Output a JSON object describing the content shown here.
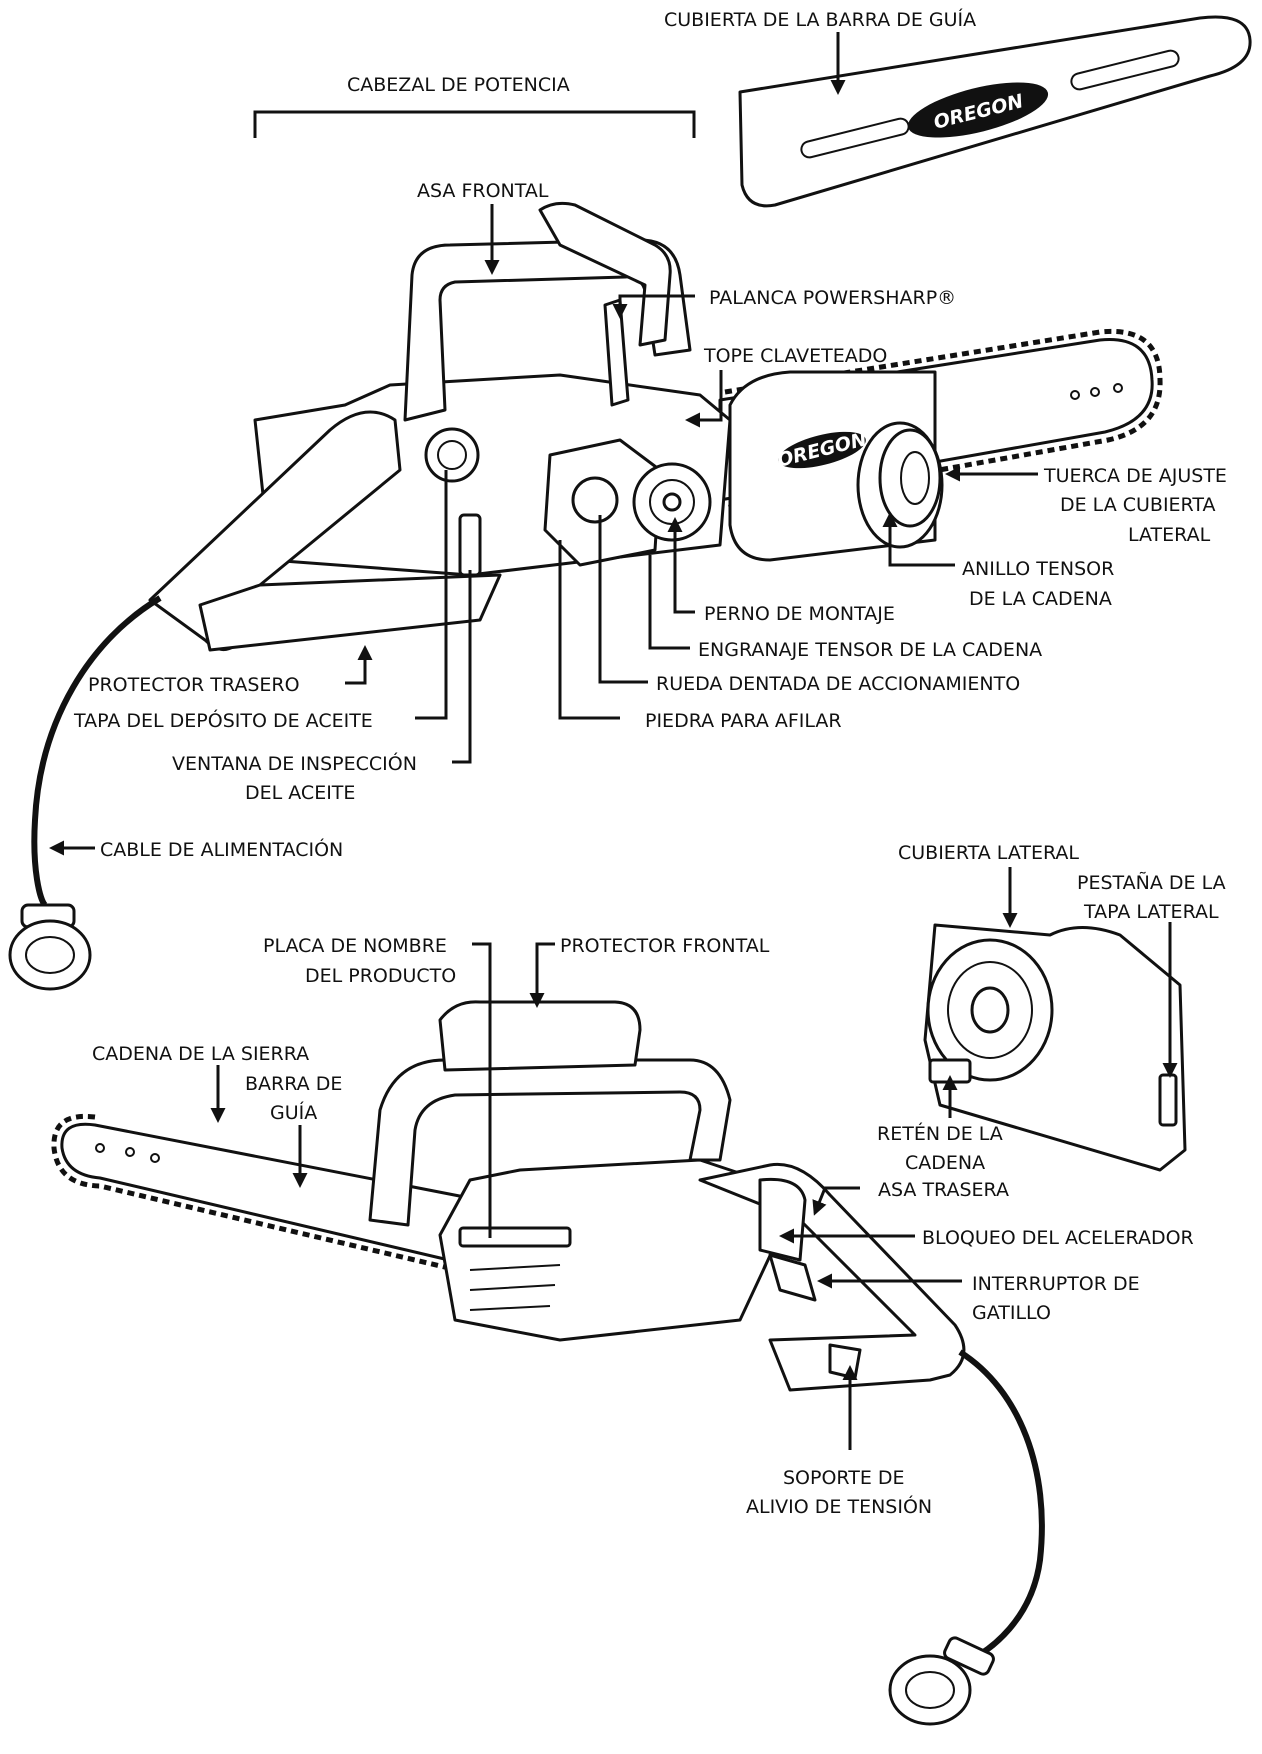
{
  "labels": {
    "guide_bar_cover": "CUBIERTA DE LA BARRA DE GUÍA",
    "power_head": "CABEZAL DE POTENCIA",
    "front_handle": "ASA FRONTAL",
    "powersharp_lever": "PALANCA POWERSHARP®",
    "bumper_spike": "TOPE CLAVETEADO",
    "side_cover_knob_1": "TUERCA DE AJUSTE",
    "side_cover_knob_2": "DE LA CUBIERTA",
    "side_cover_knob_3": "LATERAL",
    "chain_tension_ring_1": "ANILLO TENSOR",
    "chain_tension_ring_2": "DE LA CADENA",
    "mounting_bolt": "PERNO DE MONTAJE",
    "chain_tension_gear": "ENGRANAJE TENSOR DE LA CADENA",
    "drive_sprocket": "RUEDA DENTADA DE ACCIONAMIENTO",
    "sharpening_stone": "PIEDRA PARA AFILAR",
    "rear_guard": "PROTECTOR TRASERO",
    "oil_cap": "TAPA DEL DEPÓSITO DE ACEITE",
    "oil_window_1": "VENTANA DE INSPECCIÓN",
    "oil_window_2": "DEL ACEITE",
    "power_cord": "CABLE DE ALIMENTACIÓN",
    "side_cover": "CUBIERTA LATERAL",
    "side_cover_tab_1": "PESTAÑA DE LA",
    "side_cover_tab_2": "TAPA LATERAL",
    "nameplate_1": "PLACA DE NOMBRE",
    "nameplate_2": "DEL PRODUCTO",
    "front_guard": "PROTECTOR FRONTAL",
    "saw_chain": "CADENA DE LA SIERRA",
    "guide_bar_1": "BARRA DE",
    "guide_bar_2": "GUÍA",
    "chain_catcher_1": "RETÉN DE LA",
    "chain_catcher_2": "CADENA",
    "rear_handle": "ASA TRASERA",
    "throttle_lockout": "BLOQUEO DEL ACELERADOR",
    "trigger_1": "INTERRUPTOR DE",
    "trigger_2": "GATILLO",
    "strain_relief_1": "SOPORTE DE",
    "strain_relief_2": "ALIVIO DE TENSIÓN"
  },
  "brand": {
    "cover_logo": "OREGON",
    "side_logo": "OREGON"
  }
}
